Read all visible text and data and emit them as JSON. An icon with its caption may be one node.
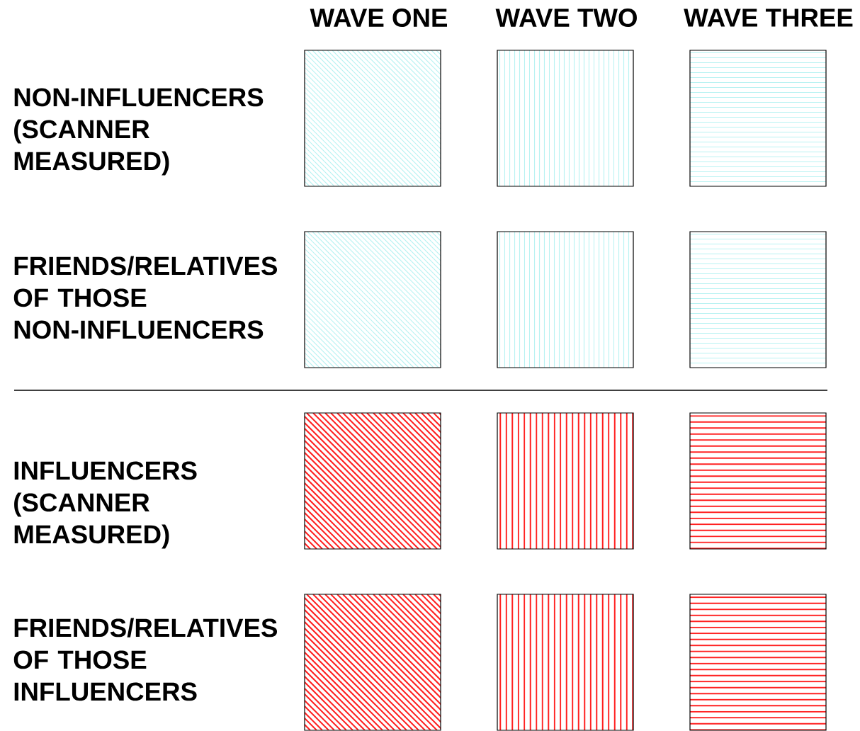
{
  "diagram": {
    "nodes": [
      {
        "text": [],
        "shape": "box"
      },
      {
        "text": [],
        "shape": "box"
      },
      {
        "text": [],
        "shape": "box"
      },
      {
        "text": [],
        "shape": "box"
      },
      {
        "text": [],
        "shape": "box"
      },
      {
        "text": [],
        "shape": "box"
      },
      {
        "text": [],
        "shape": "box"
      },
      {
        "text": [],
        "shape": "box"
      },
      {
        "text": [],
        "shape": "box"
      },
      {
        "text": [],
        "shape": "box"
      },
      {
        "text": [],
        "shape": "box"
      },
      {
        "text": [],
        "shape": "box"
      }
    ],
    "labels": [
      "WAVE ONE",
      "WAVE TWO",
      "WAVE THREE",
      "NON-INFLUENCERS (SCANNER MEASURED)",
      "FRIENDS/RELATIVES OF THOSE NON-INFLUENCERS",
      "INFLUENCERS (SCANNER MEASURED)",
      "FRIENDS/RELATIVES OF THOSE INFLUENCERS"
    ]
  }
}
